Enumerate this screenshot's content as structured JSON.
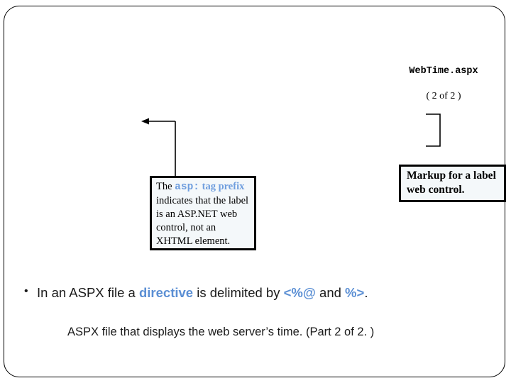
{
  "slide": {
    "background_color": "#ffffff",
    "frame_color": "#000000"
  },
  "file_label": {
    "title": "WebTime.aspx",
    "subtitle": "( 2 of 2 )"
  },
  "callouts": {
    "left": {
      "text_before": "The ",
      "keyword": "asp:",
      "keyword_sub": " tag prefix",
      "text_after": " indicates that the label is an ASP.NET web control, not an XHTML element.",
      "fill_color": "#f4f8fa",
      "border_color": "#000000",
      "keyword_color": "#6f9ede"
    },
    "right": {
      "text": "Markup for a label web control.",
      "fill_color": "#f4f8fa",
      "border_color": "#000000"
    }
  },
  "bullet": {
    "marker": "•",
    "part1": "In an ASPX file a ",
    "highlight1": "directive",
    "part2": " is delimited by ",
    "highlight2": "<%@",
    "part3": " and ",
    "highlight3": "%>",
    "part4": ".",
    "highlight_color": "#5b8fd4"
  },
  "caption": {
    "text": "ASPX file that displays the web server’s time. (Part 2 of 2. )"
  },
  "connectors": {
    "arrow_label": "arrow-pointing-left-to-code",
    "bracket_label": "bracket-grouping-markup"
  }
}
